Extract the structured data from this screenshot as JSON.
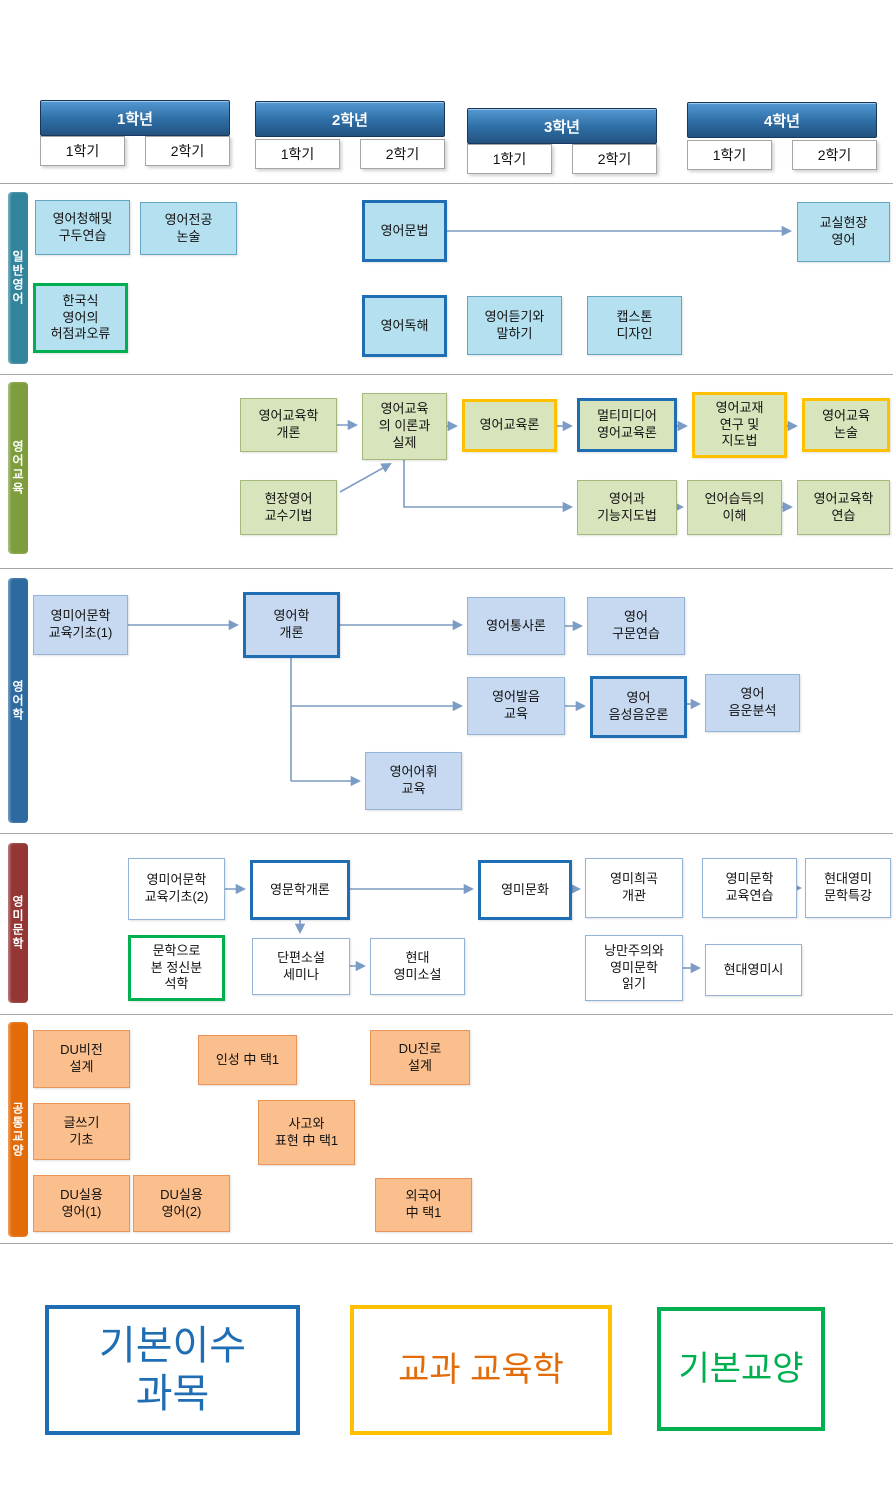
{
  "years": [
    {
      "label": "1학년",
      "sem1": "1학기",
      "sem2": "2학기"
    },
    {
      "label": "2학년",
      "sem1": "1학기",
      "sem2": "2학기"
    },
    {
      "label": "3학년",
      "sem1": "1학기",
      "sem2": "2학기"
    },
    {
      "label": "4학년",
      "sem1": "1학기",
      "sem2": "2학기"
    }
  ],
  "sections": [
    {
      "label": "일반영어",
      "courses": [
        {
          "label": "영어청해및\n구두연습"
        },
        {
          "label": "영어전공\n논술"
        },
        {
          "label": "한국식\n영어의\n허점과오류",
          "category": "기본교양"
        },
        {
          "label": "영어문법",
          "category": "기본이수과목"
        },
        {
          "label": "교실현장\n영어"
        },
        {
          "label": "영어독해",
          "category": "기본이수과목"
        },
        {
          "label": "영어듣기와\n말하기"
        },
        {
          "label": "캡스톤\n디자인"
        }
      ]
    },
    {
      "label": "영어교육",
      "courses": [
        {
          "label": "영어교육학\n개론"
        },
        {
          "label": "영어교육\n의 이론과\n실제"
        },
        {
          "label": "현장영어\n교수기법"
        },
        {
          "label": "영어교육론",
          "category": "교과 교육학"
        },
        {
          "label": "멀티미디어\n영어교육론",
          "category": "기본이수과목"
        },
        {
          "label": "영어교재\n연구 및\n지도법",
          "category": "교과 교육학"
        },
        {
          "label": "영어교육\n논술",
          "category": "교과 교육학"
        },
        {
          "label": "영어과\n기능지도법"
        },
        {
          "label": "언어습득의\n이해"
        },
        {
          "label": "영어교육학\n연습"
        }
      ]
    },
    {
      "label": "영어학",
      "courses": [
        {
          "label": "영미어문학\n교육기초(1)"
        },
        {
          "label": "영어학\n개론",
          "category": "기본이수과목"
        },
        {
          "label": "영어통사론"
        },
        {
          "label": "영어\n구문연습"
        },
        {
          "label": "영어발음\n교육"
        },
        {
          "label": "영어\n음성음운론",
          "category": "기본이수과목"
        },
        {
          "label": "영어\n음운분석"
        },
        {
          "label": "영어어휘\n교육"
        }
      ]
    },
    {
      "label": "영미문학",
      "courses": [
        {
          "label": "영미어문학\n교육기초(2)"
        },
        {
          "label": "영문학개론",
          "category": "기본이수과목"
        },
        {
          "label": "문학으로\n본 정신분\n석학",
          "category": "기본교양"
        },
        {
          "label": "단편소설\n세미나"
        },
        {
          "label": "현대\n영미소설"
        },
        {
          "label": "영미문화",
          "category": "기본이수과목"
        },
        {
          "label": "영미희곡\n개관"
        },
        {
          "label": "낭만주의와\n영미문학\n읽기"
        },
        {
          "label": "현대영미시"
        },
        {
          "label": "영미문학\n교육연습"
        },
        {
          "label": "현대영미\n문학특강"
        }
      ]
    },
    {
      "label": "공통교양",
      "courses": [
        {
          "label": "DU비전\n설계"
        },
        {
          "label": "인성 中 택1"
        },
        {
          "label": "DU진로\n설계"
        },
        {
          "label": "글쓰기\n기초"
        },
        {
          "label": "사고와\n표현 中 택1"
        },
        {
          "label": "DU실용\n영어(1)"
        },
        {
          "label": "DU실용\n영어(2)"
        },
        {
          "label": "외국어\n中 택1"
        }
      ]
    }
  ],
  "legend": [
    {
      "label": "기본이수\n과목",
      "color": "#1f6eb4"
    },
    {
      "label": "교과 교육학",
      "color": "#e36c0a",
      "border": "#ffc000"
    },
    {
      "label": "기본교양",
      "color": "#00b050"
    }
  ],
  "colors": {
    "year_header": "#2e6da4",
    "bar_general_english": "#31849b",
    "bar_english_education": "#7e9e3d",
    "bar_english_linguistics": "#2c6aa0",
    "bar_literature": "#943634",
    "bar_liberal_arts": "#e36c0a",
    "course_general": "#b5e0ef",
    "course_education": "#d8e4bc",
    "course_linguistics": "#c6d9f1",
    "course_literature": "#ffffff",
    "course_liberal": "#fbbf8e",
    "border_basic_required": "#1f6eb4",
    "border_subject_pedagogy": "#ffc000",
    "border_basic_liberal": "#00b050",
    "arrow": "#7b9cc4"
  }
}
